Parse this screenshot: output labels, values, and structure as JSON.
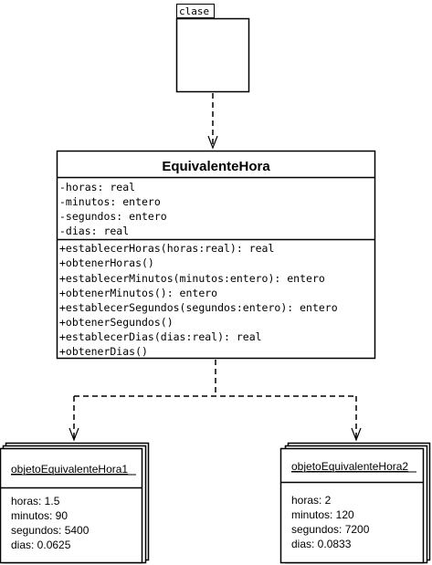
{
  "template_package": {
    "label": "clase"
  },
  "class_box": {
    "name": "EquivalenteHora",
    "attributes": [
      "-horas: real",
      "-minutos: entero",
      "-segundos: entero",
      "-dias: real"
    ],
    "methods": [
      "+establecerHoras(horas:real): real",
      "+obtenerHoras()",
      "+establecerMinutos(minutos:entero): entero",
      "+obtenerMinutos(): entero",
      "+establecerSegundos(segundos:entero): entero",
      "+obtenerSegundos()",
      "+establecerDias(dias:real): real",
      "+obtenerDias()"
    ]
  },
  "objects": [
    {
      "name": "objetoEquivalenteHora1",
      "slots": [
        "horas: 1.5",
        "minutos: 90",
        "segundos: 5400",
        "dias: 0.0625"
      ]
    },
    {
      "name": "objetoEquivalenteHora2",
      "slots": [
        "horas: 2",
        "minutos: 120",
        "segundos: 7200",
        "dias: 0.0833"
      ]
    }
  ]
}
